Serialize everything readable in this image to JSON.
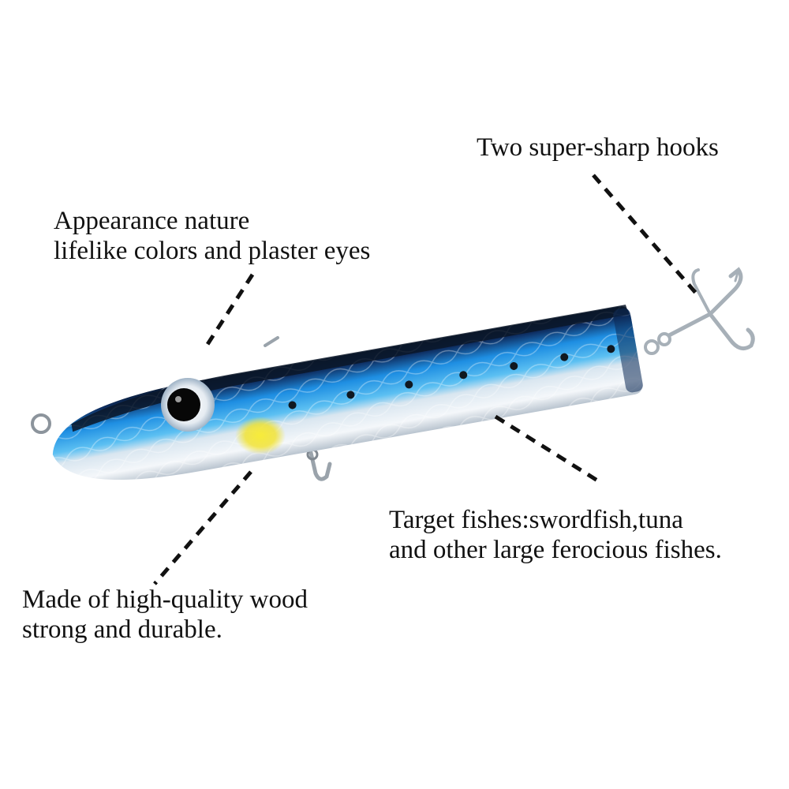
{
  "captions": {
    "hooks": {
      "line1": "Two super-sharp hooks"
    },
    "appearance": {
      "line1": "Appearance nature",
      "line2": "lifelike colors and plaster eyes"
    },
    "target": {
      "line1": "Target fishes:swordfish,tuna",
      "line2": "and other large ferocious fishes."
    },
    "material": {
      "line1": "Made of high-quality wood",
      "line2": "strong and durable."
    }
  },
  "colors": {
    "background": "#ffffff",
    "text": "#111111",
    "leader": "#111111",
    "back": "#0d1f3a",
    "body_blue": "#1f8fe0",
    "belly": "#e8eef4",
    "eye_spot": "#f2e22a",
    "metal": "#9aa3ab"
  }
}
